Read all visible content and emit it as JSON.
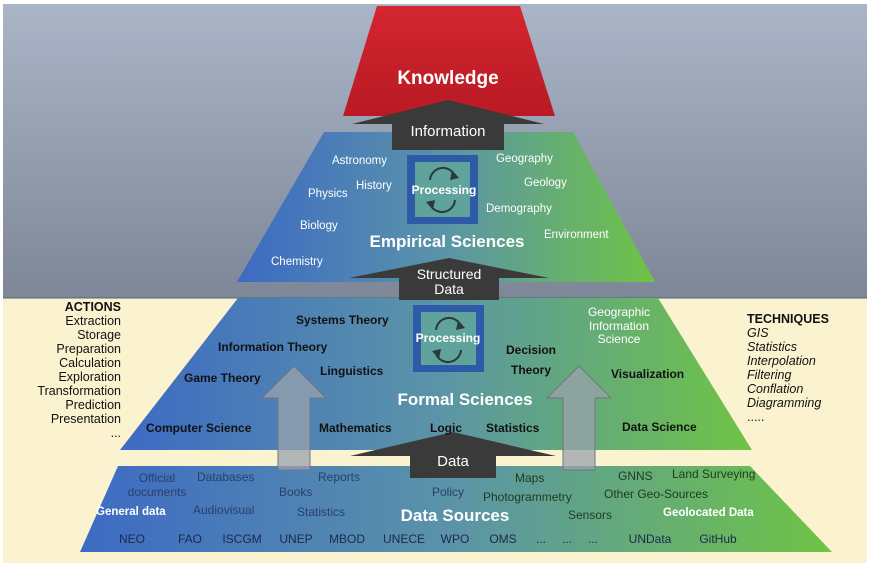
{
  "top": {
    "label": "Knowledge"
  },
  "arrows": {
    "information": "Information",
    "structured_data": [
      "Structured",
      "Data"
    ],
    "data": "Data"
  },
  "empirical": {
    "title": "Empirical Sciences",
    "processing": "Processing",
    "left_items": [
      "Astronomy",
      "History",
      "Physics",
      "Biology",
      "Chemistry"
    ],
    "right_items": [
      "Geography",
      "Geology",
      "Demography",
      "Environment"
    ]
  },
  "formal": {
    "title": "Formal Sciences",
    "processing": "Processing",
    "items": [
      "Systems Theory",
      "Information Theory",
      "Game Theory",
      "Linguistics",
      "Computer Science",
      "Mathematics",
      "Logic",
      "Statistics",
      "Decision",
      "Theory",
      "Visualization",
      "Data Science"
    ],
    "geo_info_science": [
      "Geographic",
      "Information",
      "Science"
    ]
  },
  "sources": {
    "title": "Data Sources",
    "left_items": [
      "Official",
      "documents",
      "Databases",
      "Reports",
      "Books",
      "Audiovisual",
      "Statistics",
      "Policy"
    ],
    "general_data": "General data",
    "right_items": [
      "Maps",
      "Photogrammetry",
      "Sensors",
      "GNNS",
      "Land Surveying",
      "Other Geo-Sources"
    ],
    "geolocated_data": "Geolocated Data",
    "organizations": [
      "NEO",
      "FAO",
      "ISCGM",
      "UNEP",
      "MBOD",
      "UNECE",
      "WPO",
      "OMS",
      "...",
      "...",
      "...",
      "UNData",
      "GitHub"
    ]
  },
  "actions": {
    "heading": "ACTIONS",
    "items": [
      "Extraction",
      "Storage",
      "Preparation",
      "Calculation",
      "Exploration",
      "Transformation",
      "Prediction",
      "Presentation",
      "..."
    ]
  },
  "techniques": {
    "heading": "TECHNIQUES",
    "items": [
      "GIS",
      "Statistics",
      "Interpolation",
      "Filtering",
      "Conflation",
      "Diagramming",
      "....."
    ]
  },
  "colors": {
    "knowledge_red": "#c8202a",
    "science_blue": "#3f6cc0",
    "science_green": "#6cc043",
    "arrow_dark": "#3a3a3a",
    "processing_border": "#2e5aa8",
    "background_top": "#a9b4c6",
    "background_bottom": "#fbf3cf"
  }
}
